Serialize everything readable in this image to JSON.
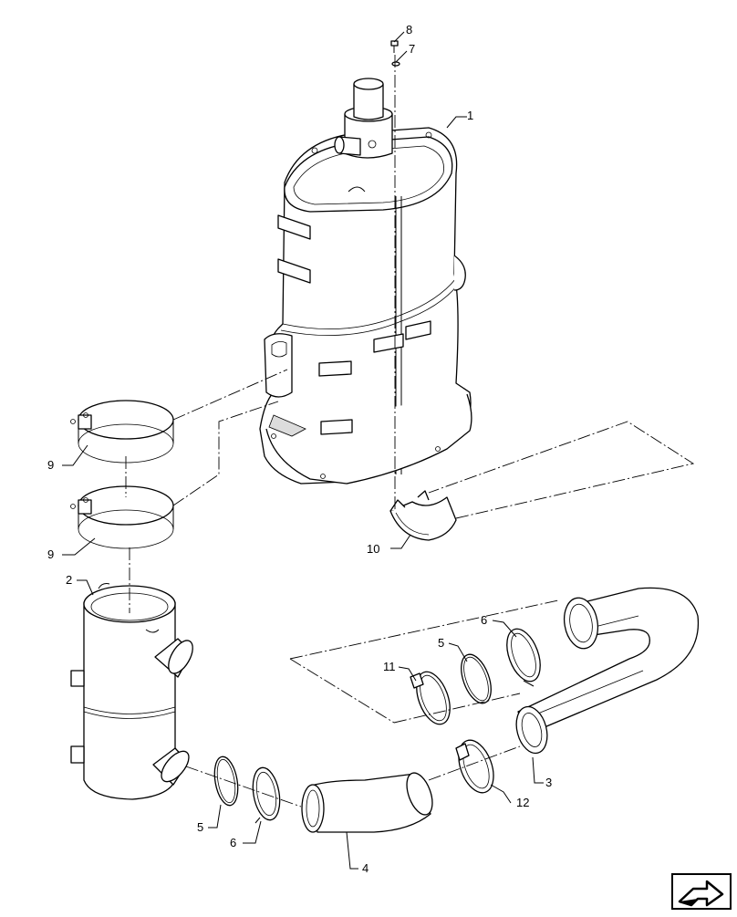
{
  "callouts": [
    {
      "id": "c8",
      "label": "8"
    },
    {
      "id": "c7",
      "label": "7"
    },
    {
      "id": "c1",
      "label": "1"
    },
    {
      "id": "c9a",
      "label": "9"
    },
    {
      "id": "c9b",
      "label": "9"
    },
    {
      "id": "c2",
      "label": "2"
    },
    {
      "id": "c10",
      "label": "10"
    },
    {
      "id": "c6a",
      "label": "6"
    },
    {
      "id": "c5a",
      "label": "5"
    },
    {
      "id": "c11",
      "label": "11"
    },
    {
      "id": "c3",
      "label": "3"
    },
    {
      "id": "c12",
      "label": "12"
    },
    {
      "id": "c5b",
      "label": "5"
    },
    {
      "id": "c6b",
      "label": "6"
    },
    {
      "id": "c4",
      "label": "4"
    }
  ],
  "icons": {
    "nav": "next-page-arrow-icon"
  }
}
